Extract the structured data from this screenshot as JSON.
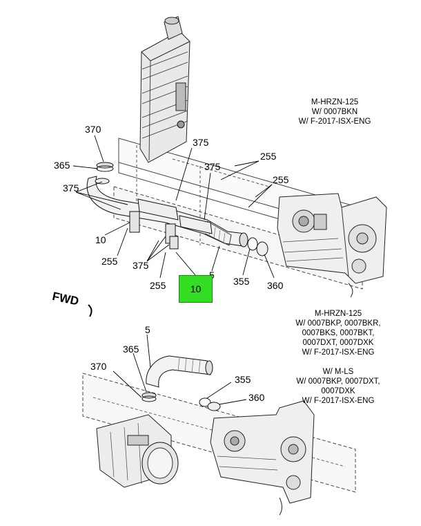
{
  "callouts_top": {
    "c370": "370",
    "c365": "365",
    "c375a": "375",
    "c375b": "375",
    "c375c": "375",
    "c375d": "375",
    "c255a": "255",
    "c255b": "255",
    "c255c": "255",
    "c255d": "255",
    "c10a": "10",
    "c5": "5",
    "c355": "355",
    "c360": "360"
  },
  "highlight": {
    "label": "10",
    "color": "#33dd22"
  },
  "fwd_label": "FWD",
  "note_top": [
    "M-HRZN-125",
    "W/ 0007BKN",
    "W/ F-2017-ISX-ENG"
  ],
  "note_mid": [
    "M-HRZN-125",
    "W/ 0007BKP, 0007BKR,",
    "0007BKS, 0007BKT,",
    "0007DXT, 0007DXK",
    "W/ F-2017-ISX-ENG"
  ],
  "note_bottom": [
    "W/ M-LS",
    "W/ 0007BKP, 0007DXT,",
    "0007DXK",
    "W/ F-2017-ISX-ENG"
  ],
  "callouts_bottom": {
    "c5": "5",
    "c365": "365",
    "c370": "370",
    "c355": "355",
    "c360": "360"
  }
}
